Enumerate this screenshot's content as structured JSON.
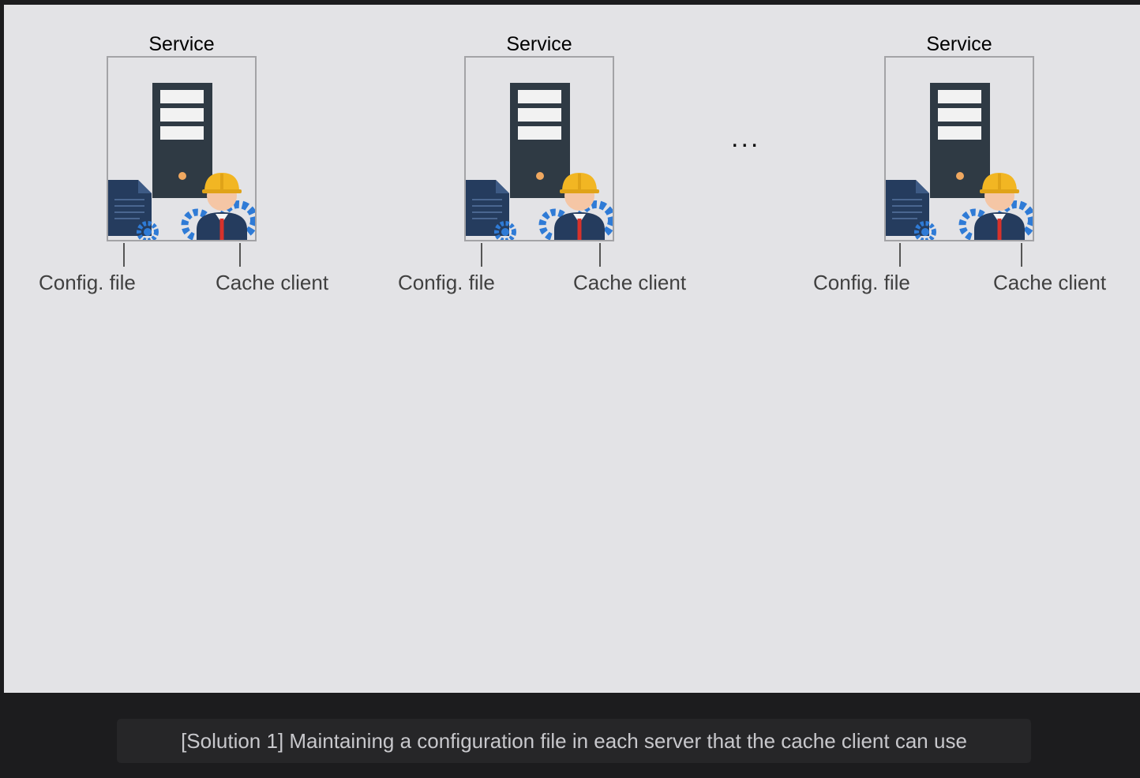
{
  "diagram": {
    "services": [
      {
        "title": "Service",
        "config_label": "Config. file",
        "client_label": "Cache client"
      },
      {
        "title": "Service",
        "config_label": "Config. file",
        "client_label": "Cache client"
      },
      {
        "title": "Service",
        "config_label": "Config. file",
        "client_label": "Cache client"
      }
    ],
    "ellipsis": "...",
    "colors": {
      "background": "#e3e3e6",
      "server": "#2f3a44",
      "file": "#253c5e",
      "gear": "#2f7bd6",
      "helmet": "#f2b623",
      "tie": "#d7322b"
    }
  },
  "caption": "[Solution 1] Maintaining a configuration file in each server that the cache client can use"
}
